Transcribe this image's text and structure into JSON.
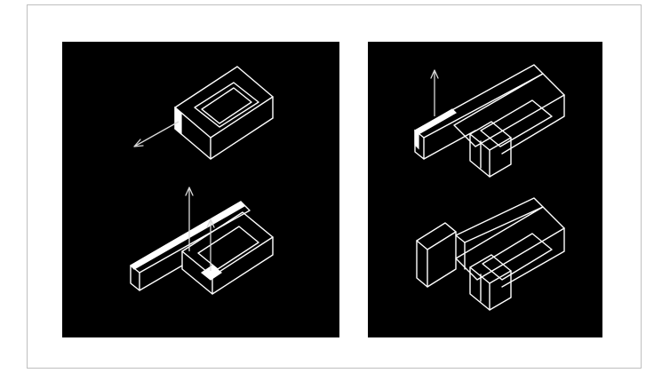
{
  "figure": {
    "panels": [
      {
        "id": "left",
        "models": [
          "rectangular-ring-block",
          "l-shaped-wall-with-recess"
        ],
        "arrows": [
          "lateral-arrow",
          "vertical-arrow",
          "vertical-arrow"
        ],
        "highlight_color": "#ffffff"
      },
      {
        "id": "right",
        "models": [
          "long-bar-with-u-recess",
          "stepped-block-assembly"
        ],
        "arrows": [
          "vertical-arrow"
        ],
        "highlight_color": "#ffffff"
      }
    ],
    "colors": {
      "background": "#000000",
      "lines": "#ffffff",
      "page": "#ffffff",
      "frame_border": "#bfbfbf"
    }
  }
}
